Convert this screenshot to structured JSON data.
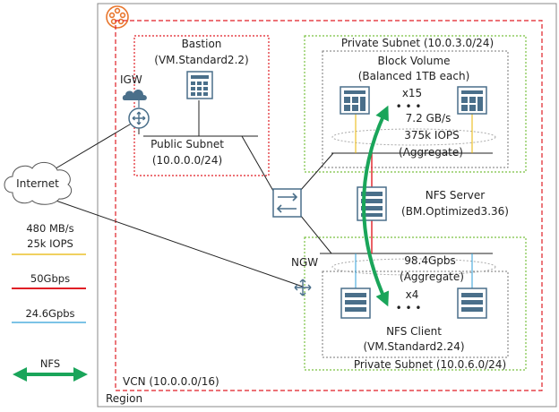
{
  "region": {
    "label": "Region"
  },
  "vcn": {
    "label": "VCN (10.0.0.0/16)"
  },
  "igw": {
    "label": "IGW"
  },
  "ngw": {
    "label": "NGW"
  },
  "internet": {
    "label": "Internet"
  },
  "public_subnet": {
    "label": "Public Subnet",
    "cidr": "(10.0.0.0/24)"
  },
  "bastion": {
    "label": "Bastion",
    "shape": "(VM.Standard2.2)"
  },
  "private_subnet_storage": {
    "label": "Private Subnet (10.0.3.0/24)"
  },
  "block_volume": {
    "label": "Block Volume",
    "detail": "(Balanced 1TB each)",
    "count": "x15",
    "ellipsis": "• • •",
    "throughput": "7.2 GB/s",
    "iops": "375k IOPS",
    "aggregate": "(Aggregate)"
  },
  "nfs_server": {
    "label": "NFS Server",
    "shape": "(BM.Optimized3.36)"
  },
  "private_subnet_client": {
    "label": "Private Subnet (10.0.6.0/24)"
  },
  "client_network": {
    "bandwidth": "98.4Gpbs",
    "aggregate": "(Aggregate)"
  },
  "nfs_client": {
    "label": "NFS Client",
    "shape": "(VM.Standard2.24)",
    "count": "x4",
    "ellipsis": "• • •"
  },
  "legend": {
    "storage_line1": "480 MB/s",
    "storage_line2": "25k IOPS",
    "network_50": "50Gbps",
    "network_246": "24.6Gpbs",
    "nfs": "NFS"
  },
  "colors": {
    "region_border": "#888888",
    "vcn_border": "#e01f26",
    "private_subnet_border": "#7ac142",
    "orange_icon": "#e8762d",
    "icon_blue": "#4a6f8a",
    "storage_line": "#e8b400",
    "network_50_line": "#e01f26",
    "network_246_line": "#2f9fd8",
    "nfs_arrow": "#1aa55a"
  }
}
